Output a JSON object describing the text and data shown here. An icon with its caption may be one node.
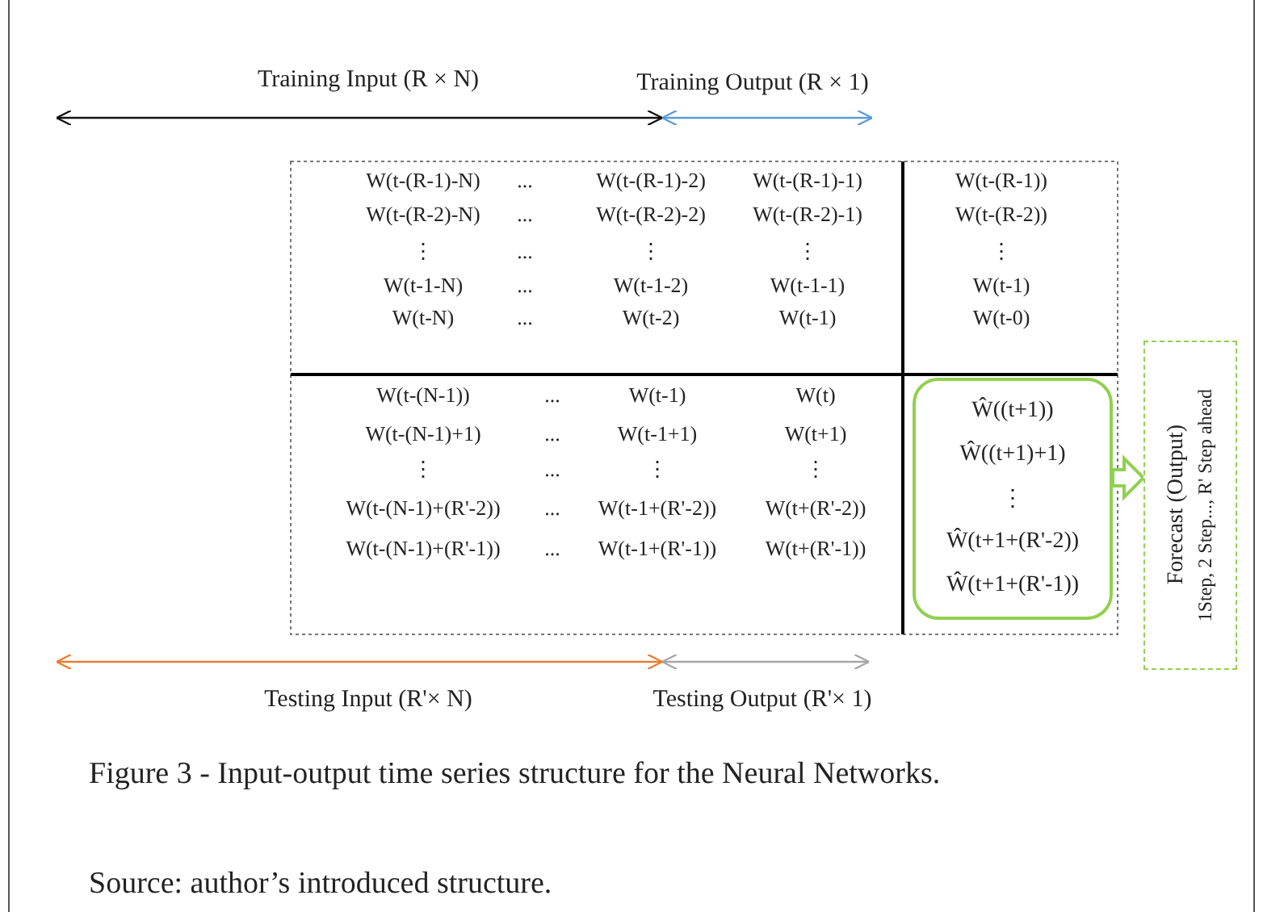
{
  "diagram": {
    "caption": "Figure 3 - Input-output time series structure for the Neural Networks.",
    "nodes": [
      {
        "text": [
          "Ŵ((t+1))",
          "Ŵ((t+1)+1)",
          "⋮",
          "Ŵ(t+1+(R'-2))",
          "Ŵ(t+1+(R'-1))"
        ]
      },
      {
        "text": [
          "Forecast (Output)",
          "1Step, 2 Step..., R' Step ahead"
        ]
      }
    ],
    "edges": [
      {
        "from": 0,
        "to": 1,
        "arrow": "to"
      }
    ],
    "labels": [
      "Training Input (R × N)",
      "Training Output (R × 1)",
      "W(t-(R-1)-N)",
      "...",
      "W(t-(R-1)-2)",
      "W(t-(R-1)-1)",
      "W(t-(R-1))",
      "W(t-(R-2)-N)",
      "...",
      "W(t-(R-2)-2)",
      "W(t-(R-2)-1)",
      "W(t-(R-2))",
      "⋮",
      "...",
      "⋮",
      "⋮",
      "⋮",
      "W(t-1-N)",
      "...",
      "W(t-1-2)",
      "W(t-1-1)",
      "W(t-1)",
      "W(t-N)",
      "...",
      "W(t-2)",
      "W(t-1)",
      "W(t-0)",
      "W(t-(N-1))",
      "...",
      "W(t-1)",
      "W(t)",
      "W(t-(N-1)+1)",
      "...",
      "W(t-1+1)",
      "W(t+1)",
      "⋮",
      "...",
      "⋮",
      "⋮",
      "W(t-(N-1)+(R'-2))",
      "...",
      "W(t-1+(R'-2))",
      "W(t+(R'-2))",
      "W(t-(N-1)+(R'-1))",
      "...",
      "W(t-1+(R'-1))",
      "W(t+(R'-1))",
      "Testing Input (R'× N)",
      "Testing Output (R'× 1)",
      "Source: author’s introduced structure."
    ]
  }
}
